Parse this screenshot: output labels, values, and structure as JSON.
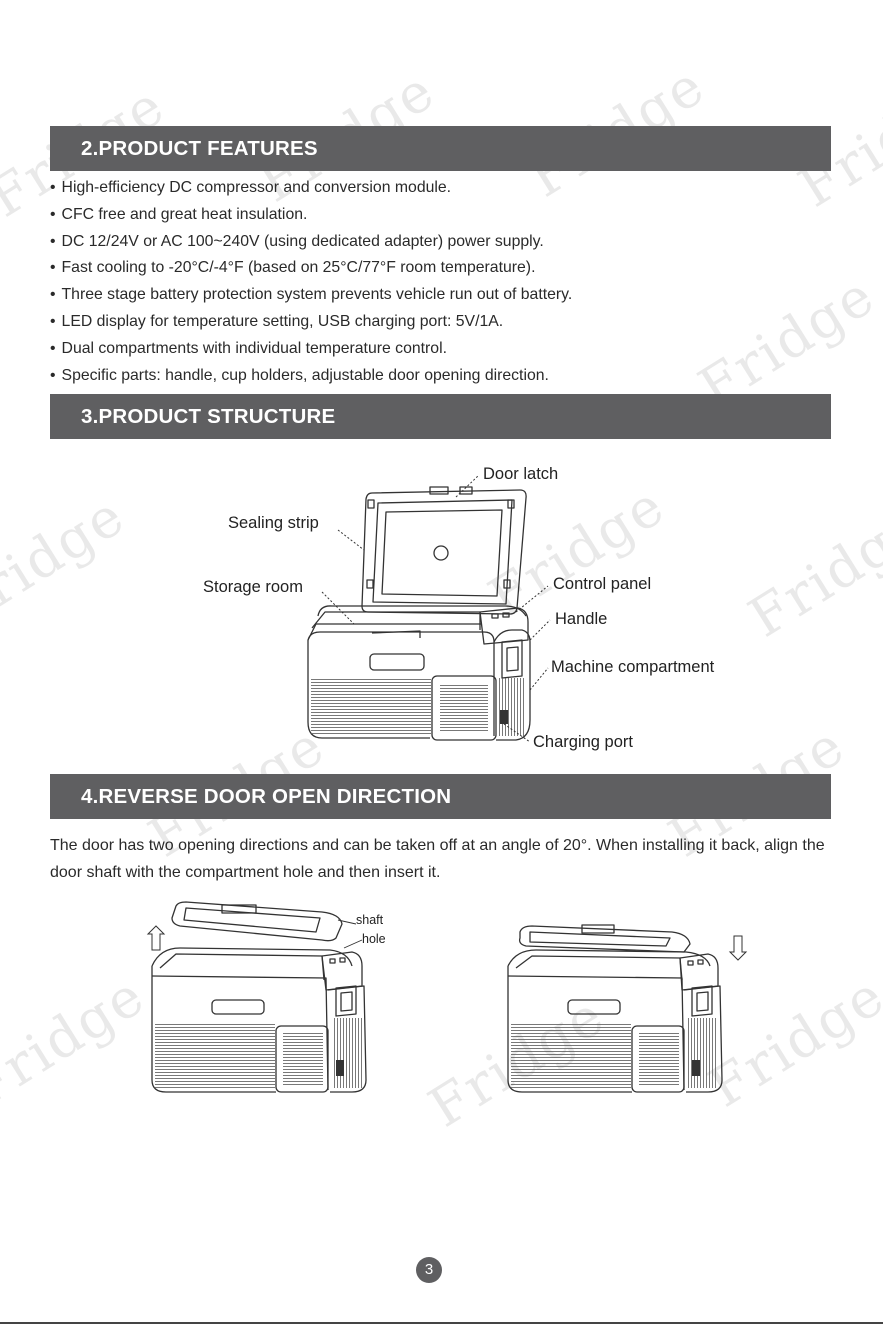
{
  "watermark": "Fridge",
  "sections": {
    "features": {
      "title": "2.PRODUCT FEATURES"
    },
    "structure": {
      "title": "3.PRODUCT STRUCTURE"
    },
    "reverse": {
      "title": "4.REVERSE DOOR OPEN DIRECTION"
    }
  },
  "features": [
    "High-efficiency DC compressor and conversion module.",
    "CFC free and great heat insulation.",
    "DC 12/24V or AC 100~240V (using dedicated adapter) power supply.",
    "Fast cooling to -20°C/-4°F (based on 25°C/77°F room temperature).",
    "Three stage battery protection system prevents vehicle run out of battery.",
    "LED display for temperature setting, USB charging port: 5V/1A.",
    "Dual compartments with individual temperature control.",
    "Specific parts: handle, cup holders, adjustable door opening direction."
  ],
  "structure_labels": {
    "door_latch": "Door latch",
    "sealing_strip": "Sealing strip",
    "storage_room": "Storage room",
    "control_panel": "Control panel",
    "handle": "Handle",
    "machine_compartment": "Machine compartment",
    "charging_port": "Charging port"
  },
  "reverse_text": "The door has two opening directions and can be taken off at an angle of 20°.  When installing it back, align the door shaft with the compartment hole and then insert it.",
  "reverse_labels": {
    "shaft": "shaft",
    "hole": "hole"
  },
  "page_number": "3"
}
